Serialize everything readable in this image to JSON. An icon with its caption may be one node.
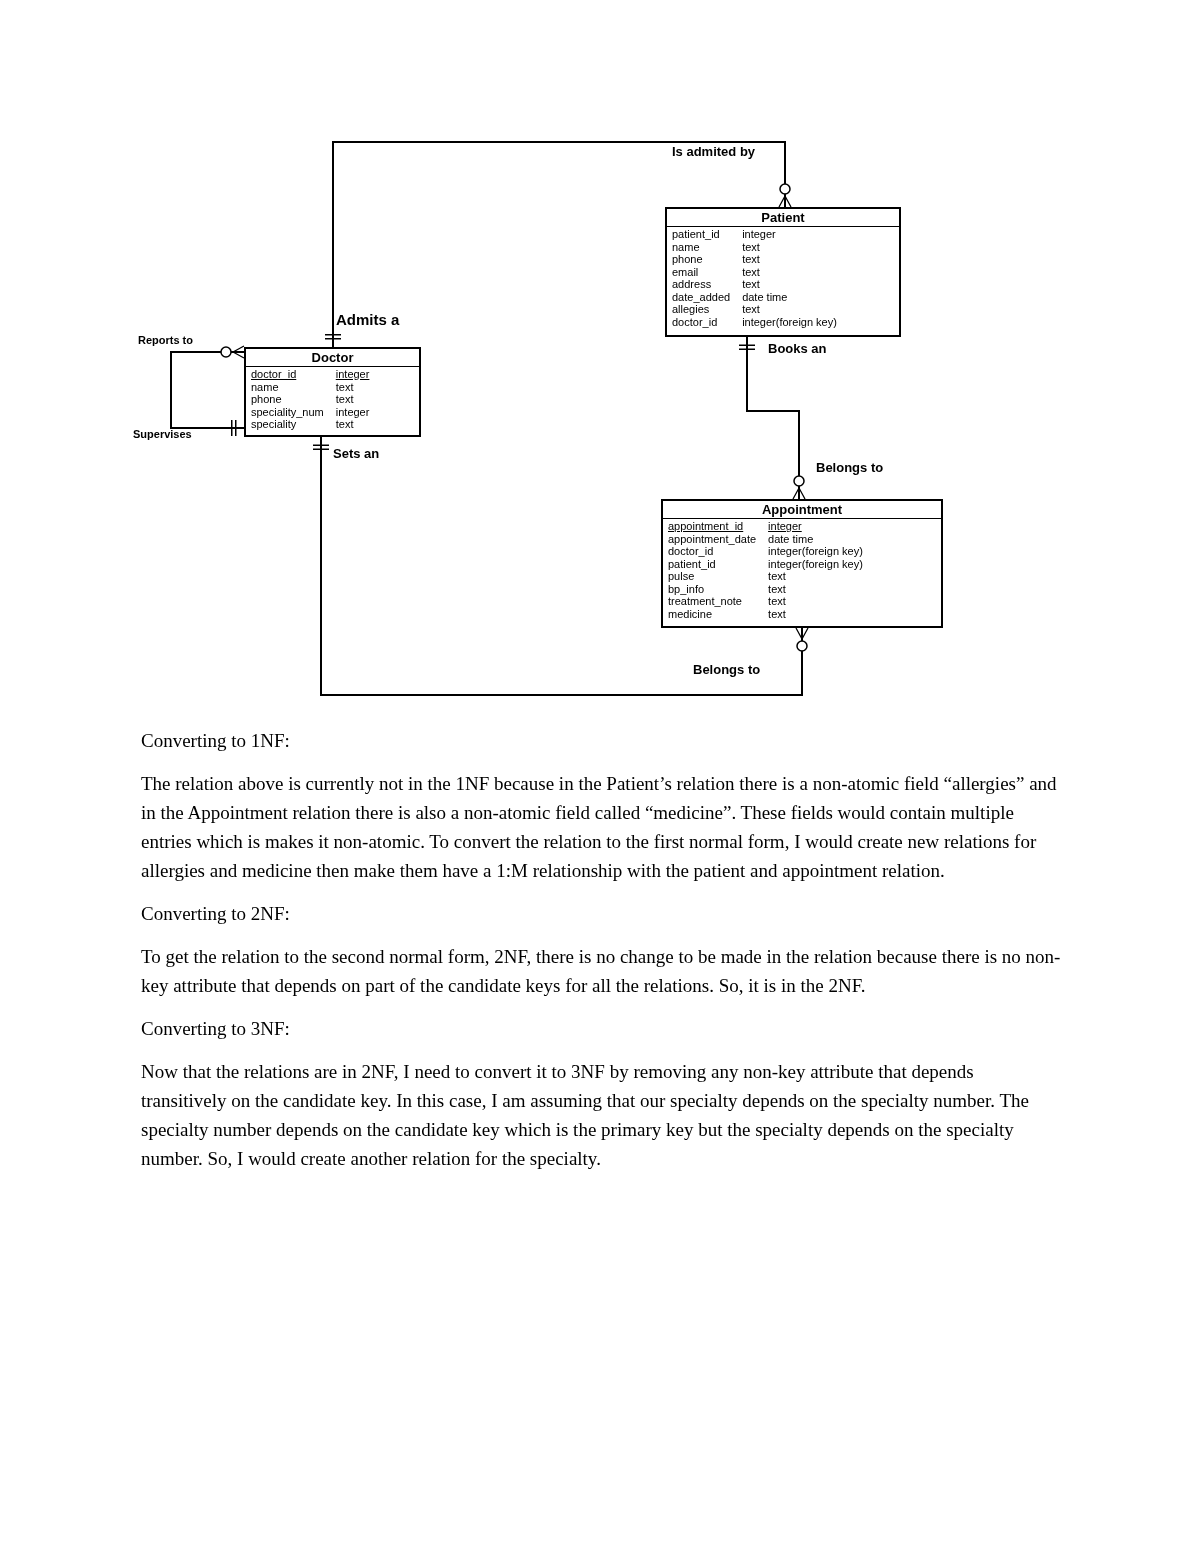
{
  "diagram": {
    "nodes": [
      {
        "text": [
          "Doctor",
          "doctor_id",
          "integer",
          "name",
          "text",
          "phone",
          "text",
          "speciality_num",
          "integer",
          "speciality",
          "text"
        ]
      },
      {
        "text": [
          "Patient",
          "patient_id",
          "integer",
          "name",
          "text",
          "phone",
          "text",
          "email",
          "text",
          "address",
          "text",
          "date_added",
          "date time",
          "allegies",
          "text",
          "doctor_id",
          "integer(foreign key)"
        ]
      },
      {
        "text": [
          "Appointment",
          "appointment_id",
          "integer",
          "appointment_date",
          "date time",
          "doctor_id",
          "integer(foreign key)",
          "patient_id",
          "integer(foreign key)",
          "pulse",
          "text",
          "bp_info",
          "text",
          "treatment_note",
          "text",
          "medicine",
          "text"
        ]
      }
    ],
    "edges": [
      {
        "from": 0,
        "to": 1,
        "arrow": "other"
      },
      {
        "from": 0,
        "to": 0,
        "arrow": "other"
      },
      {
        "from": 1,
        "to": 2,
        "arrow": "other"
      },
      {
        "from": 0,
        "to": 2,
        "arrow": "other"
      }
    ],
    "labels": [
      "Is admited by",
      "Admits a",
      "Reports to",
      "Books an",
      "Supervises",
      "Sets an",
      "Belongs to",
      "Belongs to",
      "Converting to 1NF:",
      "The relation above is currently not in the 1NF because in the Patient’s relation there is a non-atomic field “allergies” and in the Appointment relation there is also a non-atomic field called “medicine”. These fields would contain multiple entries which is makes it non-atomic. To convert the relation to the first normal form, I would create new relations for allergies and medicine then make them have a 1:M relationship with the patient and appointment relation.",
      "Converting to 2NF:",
      "To get the relation to the second normal form, 2NF, there is no change to be made in the relation because there is no non-key attribute that depends on part of the candidate keys for all the relations. So, it is in the 2NF.",
      "Converting to 3NF:",
      "Now that the relations are in 2NF, I need to convert it to 3NF by removing any non-key attribute that depends transitively on the candidate key. In this case, I am assuming that our specialty depends on the specialty number. The specialty number depends on the candidate key which is the primary key but the specialty depends on the specialty number. So, I would create another relation for the specialty."
    ]
  }
}
